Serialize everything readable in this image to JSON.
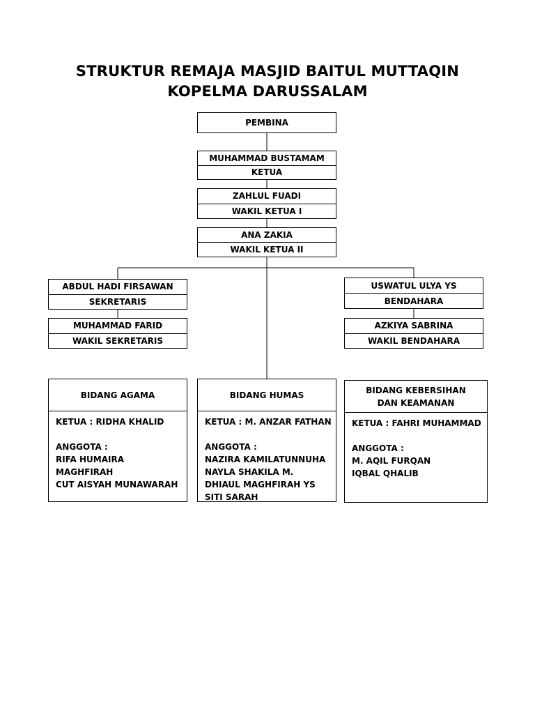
{
  "title": {
    "line1": "STRUKTUR REMAJA MASJID BAITUL MUTTAQIN",
    "line2": "KOPELMA DARUSSALAM"
  },
  "pembina": {
    "label": "PEMBINA"
  },
  "ketua": {
    "name": "MUHAMMAD BUSTAMAM",
    "role": "KETUA"
  },
  "wakil_ketua_1": {
    "name": "ZAHLUL FUADI",
    "role": "WAKIL KETUA I"
  },
  "wakil_ketua_2": {
    "name": "ANA ZAKIA",
    "role": "WAKIL KETUA II"
  },
  "sekretaris": {
    "name": "ABDUL HADI FIRSAWAN",
    "role": "SEKRETARIS"
  },
  "wakil_sekretaris": {
    "name": "MUHAMMAD FARID",
    "role": "WAKIL SEKRETARIS"
  },
  "bendahara": {
    "name": "USWATUL ULYA YS",
    "role": "BENDAHARA"
  },
  "wakil_bendahara": {
    "name": "AZKIYA SABRINA",
    "role": "WAKIL BENDAHARA"
  },
  "divisions": [
    {
      "heading_line1": "BIDANG AGAMA",
      "heading_line2": "",
      "ketua": "KETUA : RIDHA KHALID",
      "anggota_label": "ANGGOTA :",
      "members": [
        "RIFA HUMAIRA",
        "MAGHFIRAH",
        "CUT AISYAH MUNAWARAH"
      ]
    },
    {
      "heading_line1": "BIDANG HUMAS",
      "heading_line2": "",
      "ketua": "KETUA : M. ANZAR FATHAN",
      "anggota_label": "ANGGOTA :",
      "members": [
        "NAZIRA KAMILATUNNUHA",
        "NAYLA SHAKILA M.",
        "DHIAUL MAGHFIRAH YS",
        "SITI SARAH"
      ]
    },
    {
      "heading_line1": "BIDANG KEBERSIHAN",
      "heading_line2": "DAN KEAMANAN",
      "ketua": "KETUA : FAHRI MUHAMMAD",
      "anggota_label": "ANGGOTA :",
      "members": [
        "M. AQIL FURQAN",
        "IQBAL QHALIB"
      ]
    }
  ]
}
